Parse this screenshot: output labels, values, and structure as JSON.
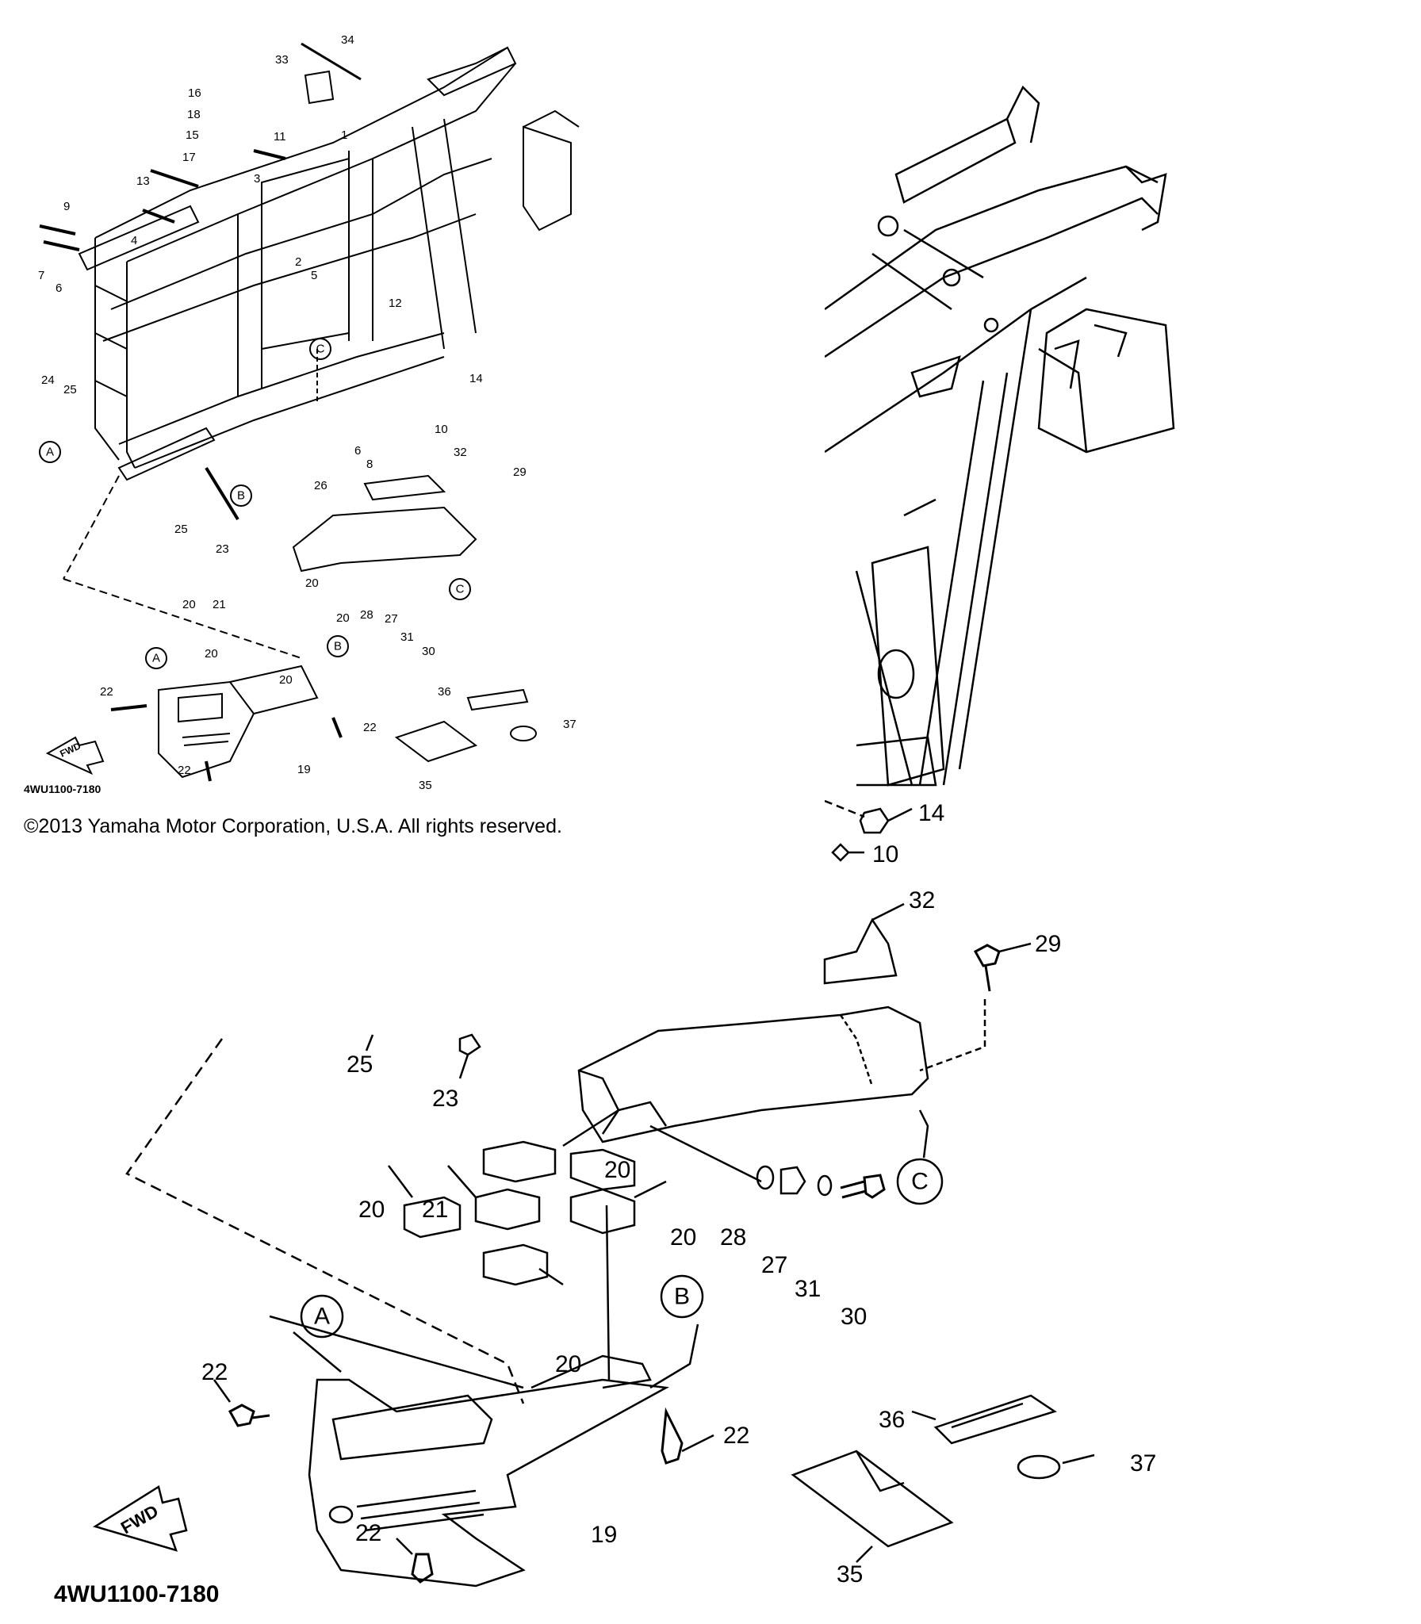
{
  "copyright": "©2013 Yamaha Motor Corporation, U.S.A. All rights reserved.",
  "overview": {
    "drawing_code": "4WU1100-7180",
    "fwd_label": "FWD",
    "callouts": [
      "1",
      "2",
      "3",
      "4",
      "5",
      "6",
      "6",
      "7",
      "8",
      "9",
      "10",
      "11",
      "12",
      "13",
      "14",
      "15",
      "16",
      "17",
      "18",
      "19",
      "20",
      "20",
      "20",
      "20",
      "20",
      "21",
      "22",
      "22",
      "22",
      "23",
      "24",
      "25",
      "25",
      "26",
      "27",
      "28",
      "29",
      "30",
      "31",
      "32",
      "33",
      "34",
      "35",
      "36",
      "37"
    ],
    "ref_circles": [
      "A",
      "B",
      "C",
      "A",
      "B",
      "C"
    ]
  },
  "zoom_frame": {
    "callouts": [
      "14",
      "10"
    ]
  },
  "zoom_bottom": {
    "drawing_code": "4WU1100-7180",
    "fwd_label": "FWD",
    "callouts": [
      "32",
      "29",
      "25",
      "23",
      "20",
      "20",
      "21",
      "20",
      "20",
      "28",
      "27",
      "31",
      "30",
      "22",
      "22",
      "19",
      "22",
      "35",
      "36",
      "37"
    ],
    "ref_circles": [
      "C",
      "A",
      "B"
    ]
  }
}
